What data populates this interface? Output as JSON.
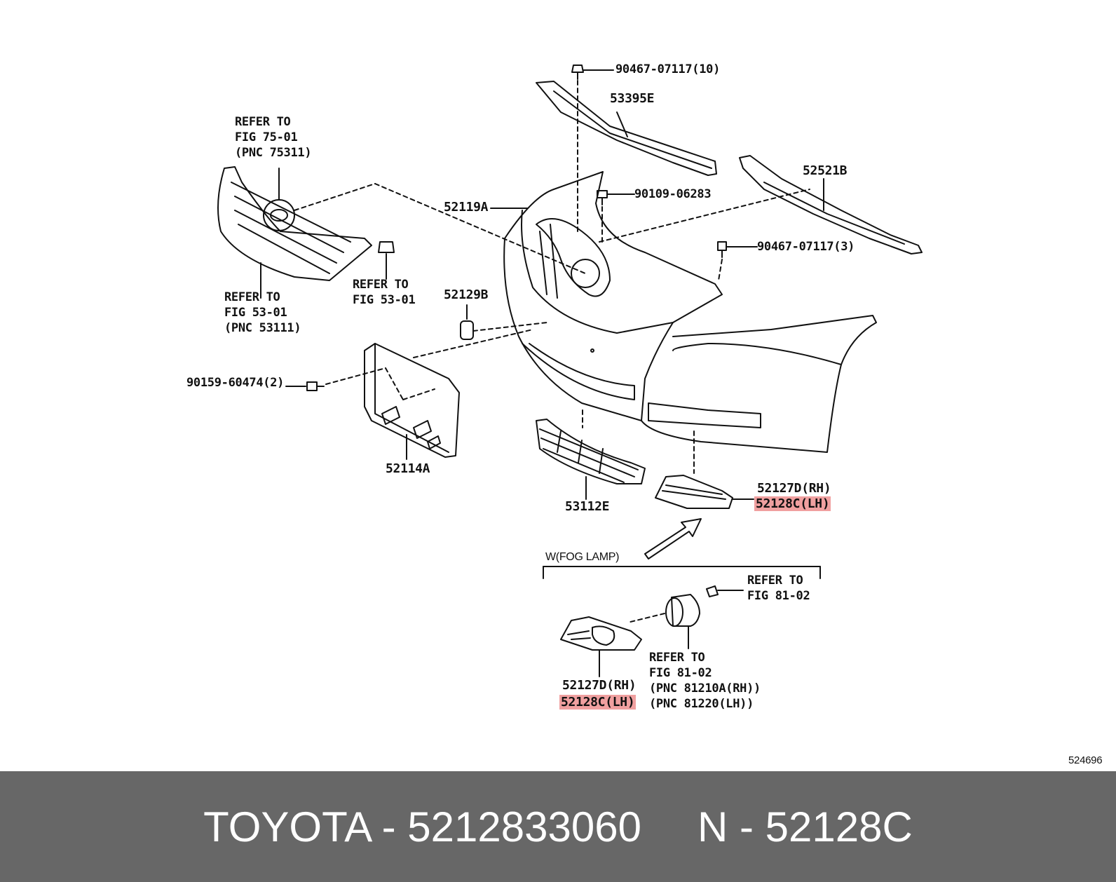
{
  "labels": {
    "bolt_top": "90467-07117(10)",
    "retainer_top": "53395E",
    "refer_emblem": [
      "REFER TO",
      "FIG 75-01",
      "(PNC 75311)"
    ],
    "bracket_right": "52521B",
    "bumper_cover": "52119A",
    "screw_mid": "90109-06283",
    "bolt_right": "90467-07117(3)",
    "refer_grille": [
      "REFER TO",
      "FIG 53-01",
      "(PNC 53111)"
    ],
    "refer_clip": [
      "REFER TO",
      "FIG 53-01"
    ],
    "cap": "52129B",
    "screw_plate": "90159-60474(2)",
    "license_bracket": "52114A",
    "lower_grille": "53112E",
    "cover_rh_1": "52127D(RH)",
    "cover_lh_1": "52128C(LH)",
    "fog_group": "W(FOG LAMP)",
    "refer_fog_bolt": [
      "REFER TO",
      "FIG 81-02"
    ],
    "refer_fog_lamp": [
      "REFER TO",
      "FIG 81-02",
      "(PNC 81210A(RH))",
      "(PNC 81220(LH))"
    ],
    "cover_rh_2": "52127D(RH)",
    "cover_lh_2": "52128C(LH)",
    "diagram_id": "524696"
  },
  "footer": {
    "brand_part": "TOYOTA - 5212833060",
    "pnc": "N - 52128C"
  },
  "colors": {
    "highlight": "#f0a0a0",
    "footer_bg": "#676767",
    "footer_text": "#ffffff",
    "line": "#111111"
  }
}
